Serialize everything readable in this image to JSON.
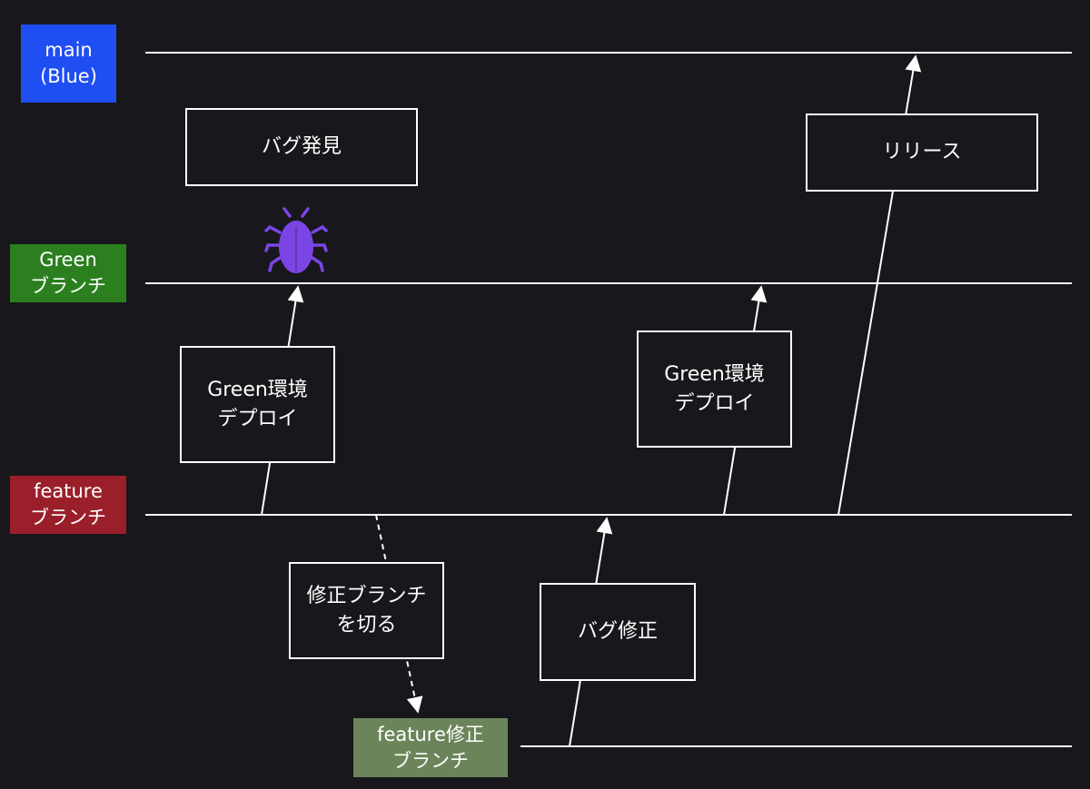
{
  "colors": {
    "background": "#18171b",
    "main": "#1f4ef2",
    "green": "#2b7f1f",
    "feature": "#9a1f2a",
    "feature_fix": "#6c845a",
    "bug": "#7b45e6",
    "line": "#ffffff"
  },
  "branches": {
    "main": "main\n(Blue)",
    "green": "Green\nブランチ",
    "feature": "feature\nブランチ",
    "feature_fix": "feature修正\nブランチ"
  },
  "steps": {
    "bug_found": "バグ発見",
    "release": "リリース",
    "green_deploy_1": "Green環境\nデプロイ",
    "green_deploy_2": "Green環境\nデプロイ",
    "cut_fix_branch": "修正ブランチ\nを切る",
    "bug_fix": "バグ修正"
  },
  "icons": {
    "bug": "bug-icon"
  }
}
